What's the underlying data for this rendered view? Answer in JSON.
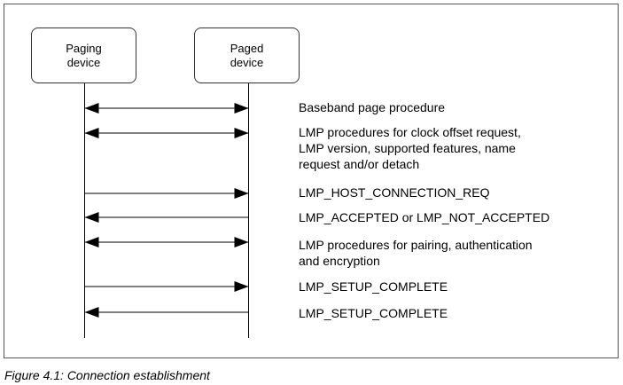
{
  "devices": {
    "paging": "Paging\ndevice",
    "paged": "Paged\ndevice"
  },
  "messages": [
    {
      "label": "Baseband page procedure",
      "direction": "both"
    },
    {
      "label": "LMP procedures for clock offset request,\nLMP version, supported features, name\nrequest and/or detach",
      "direction": "both"
    },
    {
      "label": "LMP_HOST_CONNECTION_REQ",
      "direction": "right"
    },
    {
      "label": "LMP_ACCEPTED or LMP_NOT_ACCEPTED",
      "direction": "left"
    },
    {
      "label": "LMP procedures for pairing, authentication\nand encryption",
      "direction": "both"
    },
    {
      "label": "LMP_SETUP_COMPLETE",
      "direction": "right"
    },
    {
      "label": "LMP_SETUP_COMPLETE",
      "direction": "left"
    }
  ],
  "caption": "Figure 4.1:  Connection establishment"
}
